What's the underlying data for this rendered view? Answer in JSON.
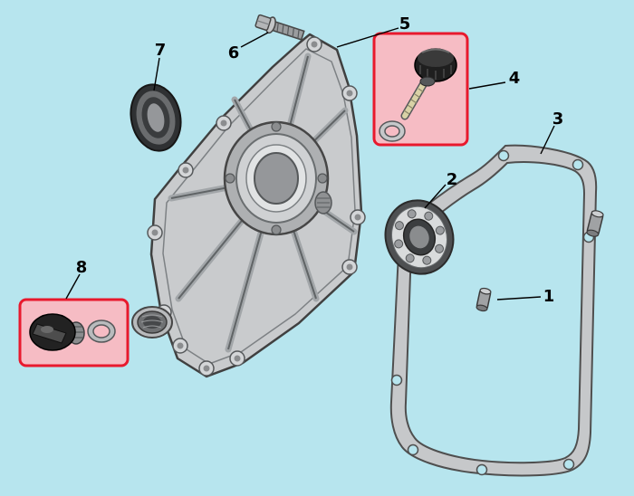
{
  "diagram": {
    "name": "engine-crankcase-side-cover-exploded-parts-diagram",
    "background_color": "#b7e5ee",
    "highlight_fill": "#f6bcc4",
    "highlight_border": "#e8192d",
    "line_color": "#000000",
    "callouts": [
      {
        "label": "1",
        "part": "dowel-pin"
      },
      {
        "label": "2",
        "part": "ball-bearing"
      },
      {
        "label": "3",
        "part": "cover-gasket"
      },
      {
        "label": "4",
        "part": "oil-filler-dipstick-with-o-ring",
        "highlighted": true
      },
      {
        "label": "5",
        "part": "crankcase-side-cover"
      },
      {
        "label": "6",
        "part": "flange-bolt"
      },
      {
        "label": "7",
        "part": "oil-seal"
      },
      {
        "label": "8",
        "part": "oil-drain-plug-with-seal-ring",
        "highlighted": true
      }
    ]
  }
}
